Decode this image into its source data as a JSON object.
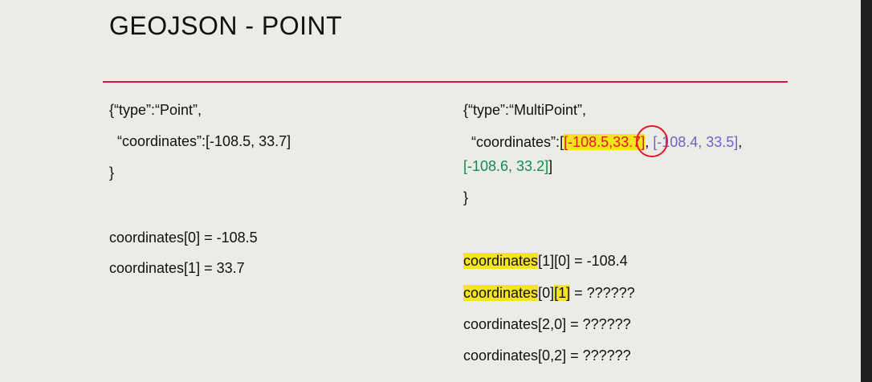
{
  "slide": {
    "title": "GEOJSON - POINT",
    "colors": {
      "background": "#ecebe6",
      "rule": "#c0203a",
      "highlight": "#f5e51b",
      "red": "#e3182a",
      "purple": "#6f64c8",
      "green": "#138b55"
    },
    "left": {
      "line1": "{“type”:“Point”,",
      "line2": "“coordinates”:[-108.5, 33.7]",
      "line3": "}",
      "expr1": "coordinates[0] = -108.5",
      "expr2": "coordinates[1] = 33.7"
    },
    "right": {
      "line1": "{“type”:“MultiPoint”,",
      "coords_label": "“coordinates”:",
      "outer_open": "[",
      "p1_open": "[",
      "p1_x": "-108.5,",
      "p1_y": "33.7",
      "p1_close": "]",
      "sep1": ", ",
      "p2": "[-108.4, 33.5]",
      "sep2": ",",
      "p3": "[-108.6, 33.2]",
      "outer_close": "]",
      "close_brace": "}",
      "q1_name": "coordinates",
      "q1_index": "[1][0]",
      "q1_rest": " = -108.4",
      "q2_name": "coordinates",
      "q2_index1": "[0]",
      "q2_index2": "[1]",
      "q2_rest": " = ??????",
      "q3": "coordinates[2,0] = ??????",
      "q4": "coordinates[0,2] = ??????"
    }
  }
}
